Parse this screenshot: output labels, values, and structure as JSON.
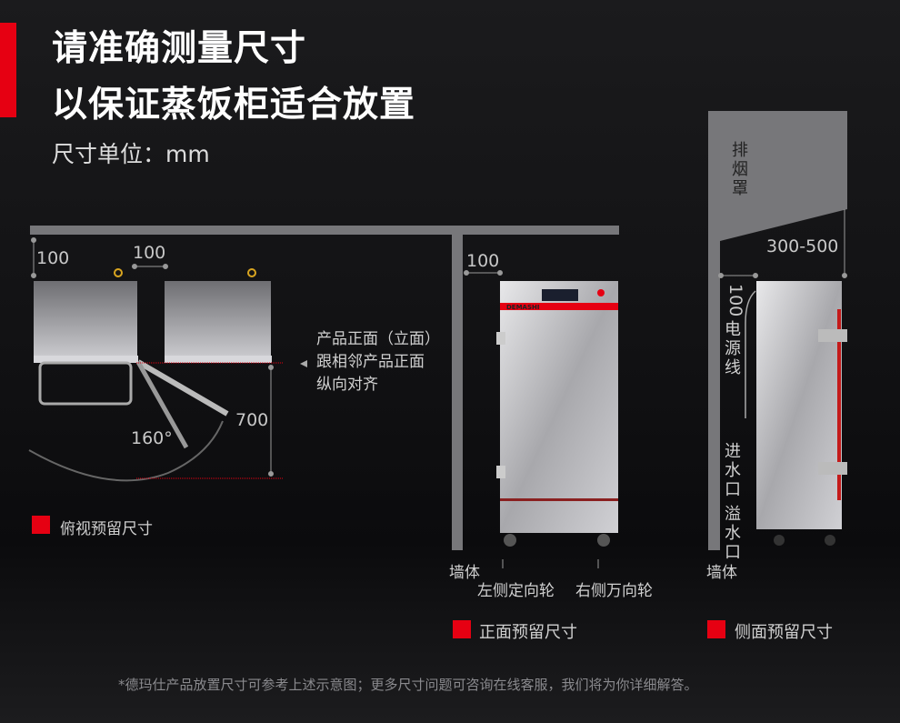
{
  "header": {
    "title_line1": "请准确测量尺寸",
    "title_line2": "以保证蒸饭柜适合放置",
    "unit": "尺寸单位：mm",
    "accent": "#e60012"
  },
  "top_view": {
    "dim_wall": "100",
    "dim_gap": "100",
    "dim_depth": "700",
    "angle": "160°",
    "note_lines": [
      "产品正面（立面）",
      "跟相邻产品正面",
      "纵向对齐"
    ],
    "legend": "俯视预留尺寸"
  },
  "front_view": {
    "dim_wall": "100",
    "brand": "DEMASHI",
    "wall": "墙体",
    "left_wheel": "左侧定向轮",
    "right_wheel": "右侧万向轮",
    "legend": "正面预留尺寸"
  },
  "side_view": {
    "hood": "排烟罩",
    "dim_hood": "300-500",
    "dim_wall": "100",
    "power": "电源线",
    "inlet": "进水口",
    "overflow": "溢水口",
    "wall": "墙体",
    "legend": "侧面预留尺寸"
  },
  "footer": "*德玛仕产品放置尺寸可参考上述示意图；更多尺寸问题可咨询在线客服，我们将为你详细解答。"
}
